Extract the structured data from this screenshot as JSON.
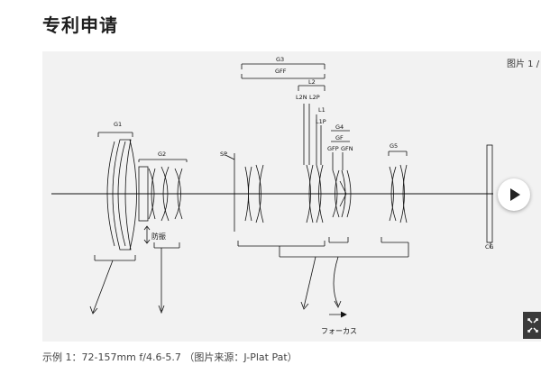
{
  "page": {
    "title": "专利申请"
  },
  "slideshow": {
    "counter": "图片 1 /",
    "caption": "示例 1：72-157mm f/4.6-5.7 （图片来源：J-Plat Pat）"
  },
  "diagram": {
    "labels": {
      "g1": "G1",
      "g2": "G2",
      "g3": "G3",
      "gff": "GFF",
      "l2": "L2",
      "l2n": "L2N",
      "l2p": "L2P",
      "l1": "L1",
      "l1p": "L1P",
      "g4": "G4",
      "gf": "GF",
      "gfp": "GFP",
      "gfn": "GFN",
      "g5": "G5",
      "sp": "SP",
      "cg": "CG",
      "stabilizer": "防振",
      "focus": "フォーカス"
    }
  },
  "icons": {
    "play": "play-icon",
    "expand": "expand-icon"
  }
}
